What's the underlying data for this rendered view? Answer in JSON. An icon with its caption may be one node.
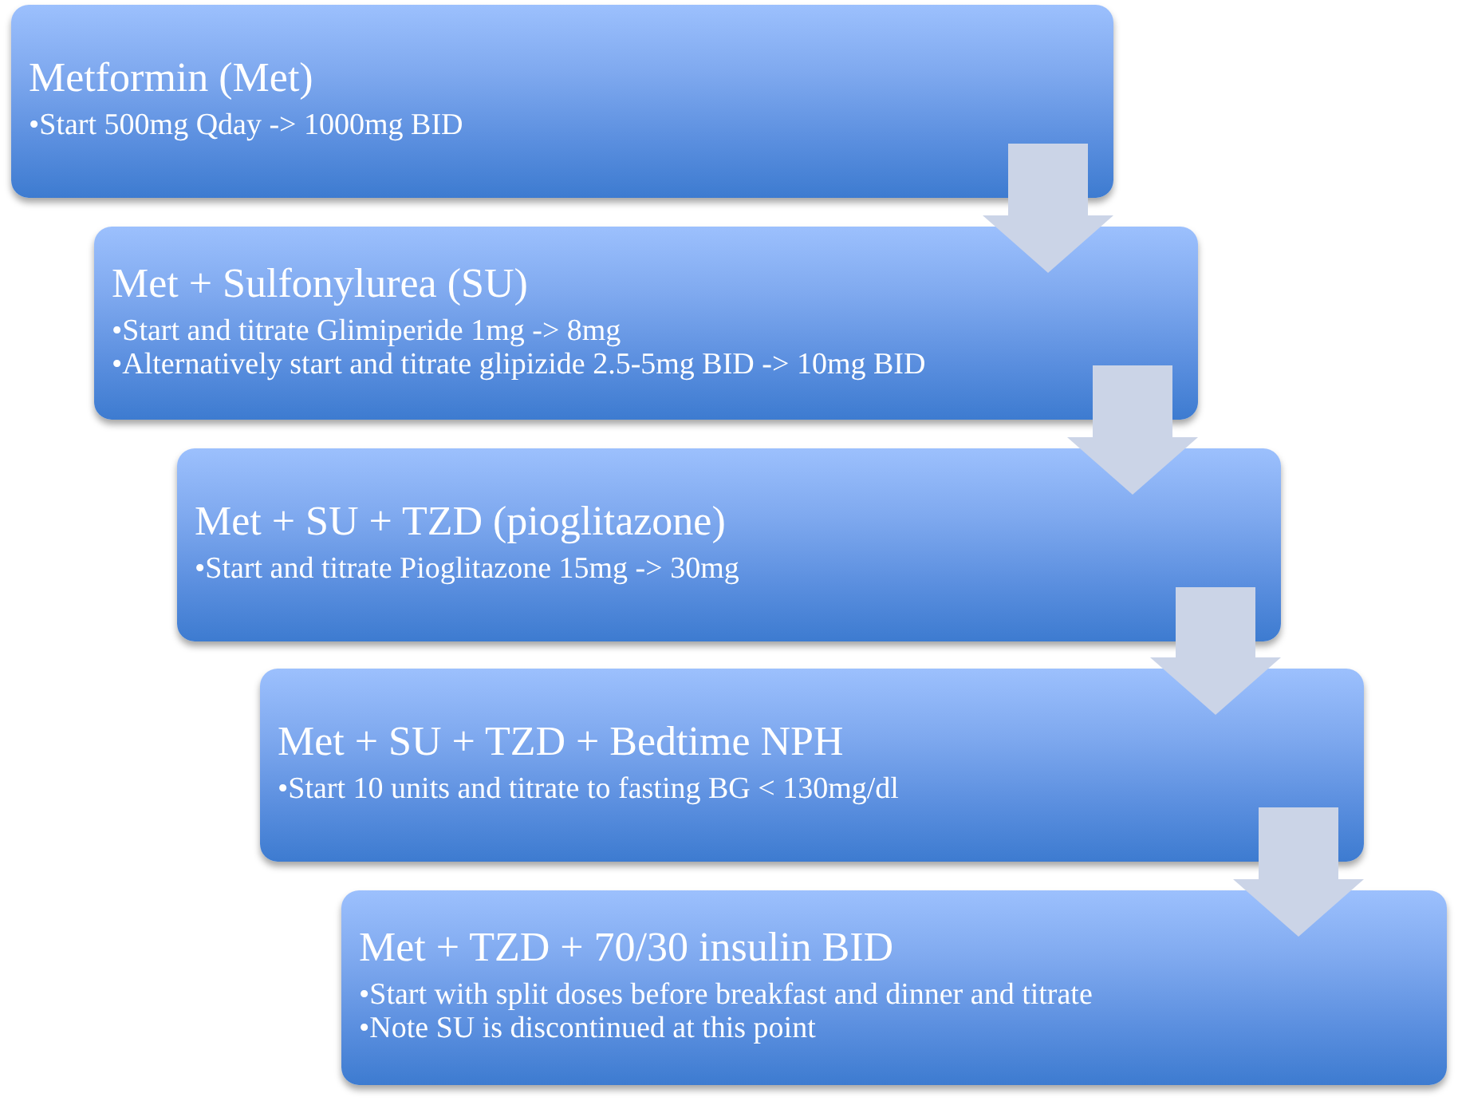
{
  "diagram": {
    "nodes": [
      {
        "text": [
          "Metformin (Met)",
          "•Start 500mg Qday -> 1000mg BID"
        ]
      },
      {
        "text": [
          "Met + Sulfonylurea (SU)",
          "•Start and titrate Glimiperide 1mg -> 8mg",
          "•Alternatively start and titrate glipizide 2.5-5mg BID -> 10mg BID"
        ]
      },
      {
        "text": [
          "Met + SU + TZD (pioglitazone)",
          "•Start and titrate Pioglitazone 15mg -> 30mg"
        ]
      },
      {
        "text": [
          "Met + SU + TZD + Bedtime NPH",
          "•Start 10 units and titrate to fasting BG < 130mg/dl"
        ]
      },
      {
        "text": [
          "Met + TZD + 70/30 insulin BID",
          "•Start with split doses before breakfast and dinner and titrate",
          "•Note SU is discontinued at this point"
        ]
      }
    ],
    "edges": [
      {
        "from": 0,
        "to": 1,
        "arrow": "to"
      },
      {
        "from": 1,
        "to": 2,
        "arrow": "to"
      },
      {
        "from": 2,
        "to": 3,
        "arrow": "to"
      },
      {
        "from": 3,
        "to": 4,
        "arrow": "to"
      }
    ]
  }
}
